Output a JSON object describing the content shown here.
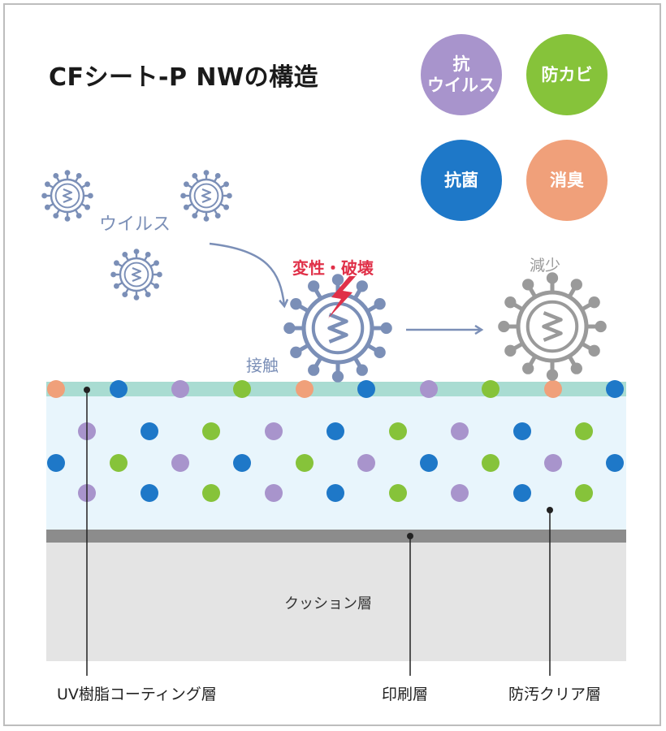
{
  "title": "CFシート-P NWの構造",
  "features": [
    {
      "label": "抗\nウイルス",
      "color": "#a894cc"
    },
    {
      "label": "防カビ",
      "color": "#86c33a"
    },
    {
      "label": "抗菌",
      "color": "#1e78c8"
    },
    {
      "label": "消臭",
      "color": "#f0a07a"
    }
  ],
  "labels": {
    "virus": "ウイルス",
    "contact": "接触",
    "damage": "変性・破壊",
    "reduce": "減少",
    "cushion": "クッション層",
    "uv_layer": "UV樹脂コーティング層",
    "print_layer": "印刷層",
    "stain_layer": "防汚クリア層"
  },
  "colors": {
    "virus_blue": "#7b8fb7",
    "virus_gray": "#9a9a9a",
    "uv_layer": "#a9dcd2",
    "clear_layer": "#e8f5fc",
    "print_layer": "#8c8c8c",
    "cushion_layer": "#e4e4e4",
    "damage_red": "#e03048"
  }
}
